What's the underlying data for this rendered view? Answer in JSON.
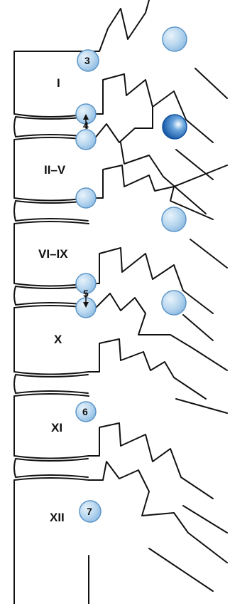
{
  "vertebra_labels": {
    "v1": "I",
    "v2": "II–V",
    "v3": "VI–IX",
    "v4": "X",
    "v5": "XI",
    "v6": "XII"
  },
  "marker_labels": {
    "m3": "3",
    "m4": "4",
    "m5": "5",
    "m6": "6",
    "m7": "7"
  },
  "colors": {
    "outline": "#111111",
    "circle_fill": "#bcd9f0",
    "circle_stroke": "#5b95c8",
    "dark_circle": "#1560b8",
    "background": "#ffffff"
  }
}
